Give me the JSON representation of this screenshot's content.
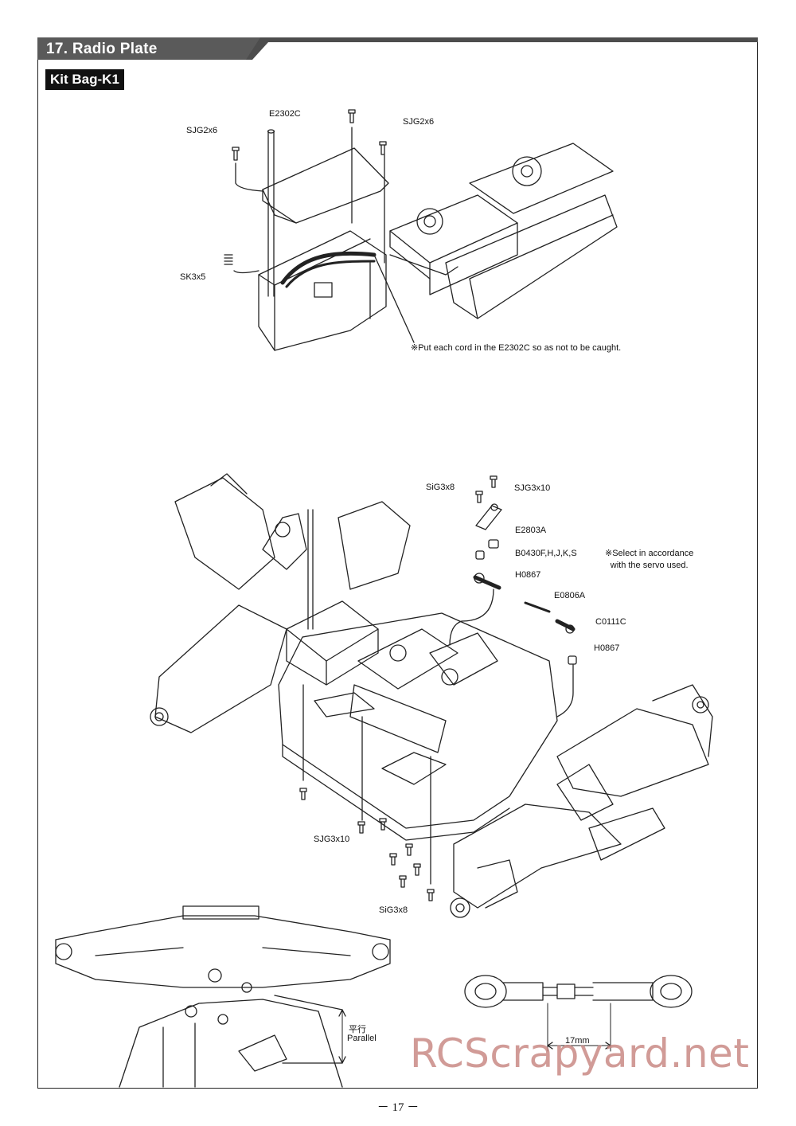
{
  "header": {
    "section_title": "17. Radio Plate",
    "kit_bag": "Kit Bag-K1"
  },
  "top_diagram": {
    "labels": {
      "e2302c": "E2302C",
      "sjg2x6_left": "SJG2x6",
      "sjg2x6_right": "SJG2x6",
      "sk3x5": "SK3x5"
    },
    "note": "※Put each cord in the E2302C so as not to be caught."
  },
  "main_diagram": {
    "labels": {
      "sig3x8_top": "SiG3x8",
      "sjg3x10_top": "SJG3x10",
      "e2803a": "E2803A",
      "b0430f": "B0430F,H,J,K,S",
      "h0867_top": "H0867",
      "e0806a": "E0806A",
      "c0111c": "C0111C",
      "h0867_bottom": "H0867",
      "sjg3x10_bottom": "SJG3x10",
      "sig3x8_bottom": "SiG3x8"
    },
    "note_line1": "※Select in accordance",
    "note_line2": "with the servo used."
  },
  "bottom_diagram": {
    "parallel_jp": "平行",
    "parallel_en": "Parallel",
    "length_label": "17mm"
  },
  "footer": {
    "page_number": "－ 17 －"
  },
  "watermark": "RCScrapyard.net",
  "colors": {
    "header_band": "#555555",
    "line": "#222222",
    "watermark": "#c98a85"
  }
}
